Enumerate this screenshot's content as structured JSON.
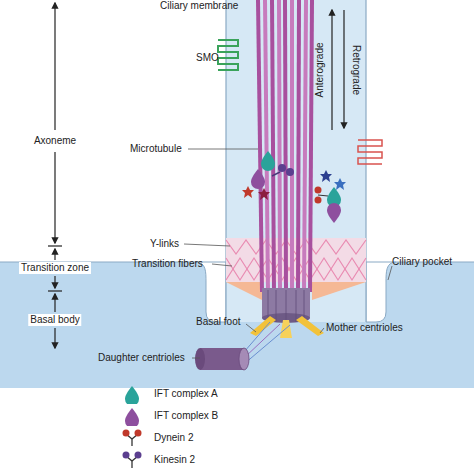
{
  "diagram": {
    "labels": [
      "Ciliary membrane",
      "Axoneme",
      "SMO",
      "Anterograde",
      "Retrograde",
      "Microtubule",
      "Y-links",
      "Transition fibers",
      "Ciliary pocket",
      "Transition zone",
      "Basal body",
      "Basal foot",
      "Mother centrioles",
      "Daughter centrioles"
    ],
    "legend": [
      {
        "text": "IFT complex A"
      },
      {
        "text": "IFT complex B"
      },
      {
        "text": "Dynein 2"
      },
      {
        "text": "Kinesin 2"
      }
    ]
  }
}
